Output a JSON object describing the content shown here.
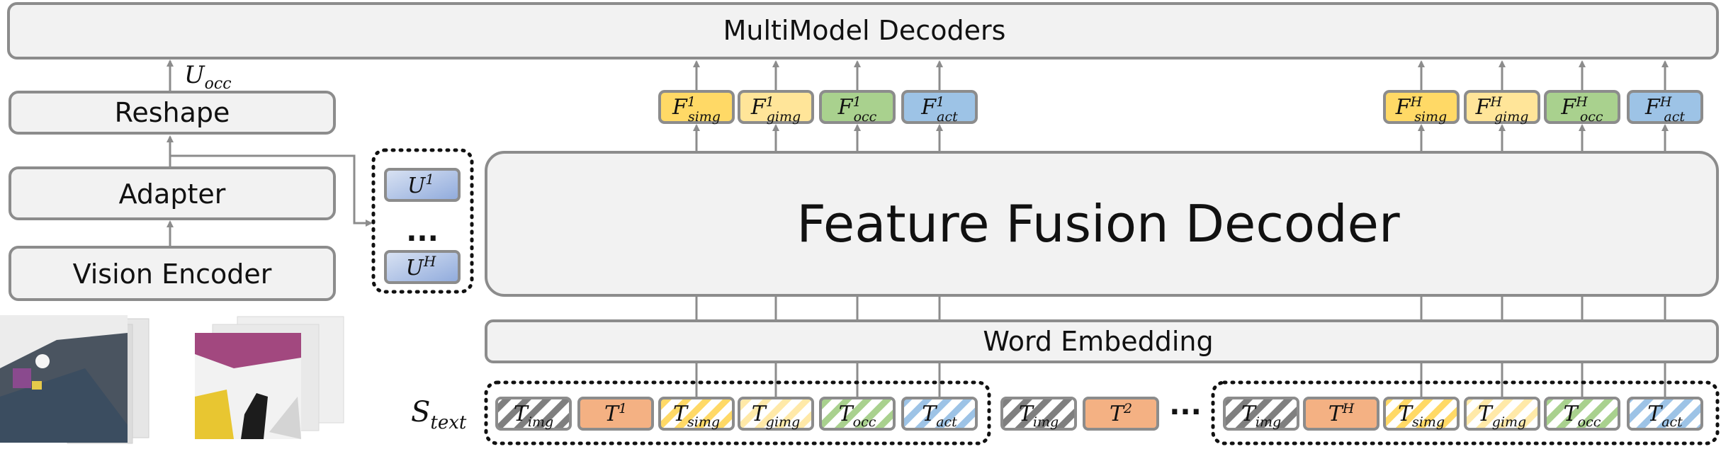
{
  "labels": {
    "multimodel_decoders": "MultiModel Decoders",
    "reshape": "Reshape",
    "adapter": "Adapter",
    "vision_encoder": "Vision Encoder",
    "feature_fusion_decoder": "Feature Fusion Decoder",
    "word_embedding": "Word Embedding",
    "u_occ": {
      "base": "U",
      "sub": "occ"
    },
    "s_text": {
      "base": "S",
      "sub": "text"
    },
    "u_ellipsis": "...",
    "token_ellipsis": "···"
  },
  "u_tokens": [
    {
      "base": "U",
      "sup": "1"
    },
    {
      "base": "U",
      "sup": "H"
    }
  ],
  "features_step1": [
    {
      "base": "F",
      "sup": "1",
      "sub": "simg",
      "color": "#ffd966"
    },
    {
      "base": "F",
      "sup": "1",
      "sub": "gimg",
      "color": "#ffe599"
    },
    {
      "base": "F",
      "sup": "1",
      "sub": "occ",
      "color": "#a9d18e"
    },
    {
      "base": "F",
      "sup": "1",
      "sub": "act",
      "color": "#9dc3e6"
    }
  ],
  "features_stepH": [
    {
      "base": "F",
      "sup": "H",
      "sub": "simg",
      "color": "#ffd966"
    },
    {
      "base": "F",
      "sup": "H",
      "sub": "gimg",
      "color": "#ffe599"
    },
    {
      "base": "F",
      "sup": "H",
      "sub": "occ",
      "color": "#a9d18e"
    },
    {
      "base": "F",
      "sup": "H",
      "sub": "act",
      "color": "#9dc3e6"
    }
  ],
  "tokens_group1": [
    {
      "base": "T",
      "sub": "img",
      "style": "hatch-gray"
    },
    {
      "base": "T",
      "sup": "1",
      "style": "orange"
    },
    {
      "base": "T",
      "sub": "simg",
      "style": "hatch-yellow"
    },
    {
      "base": "T",
      "sub": "gimg",
      "style": "hatch-lightyellow"
    },
    {
      "base": "T",
      "sub": "occ",
      "style": "hatch-green"
    },
    {
      "base": "T",
      "sub": "act",
      "style": "hatch-blue"
    }
  ],
  "tokens_group2": [
    {
      "base": "T",
      "sub": "img",
      "style": "hatch-gray"
    },
    {
      "base": "T",
      "sup": "2",
      "style": "orange"
    }
  ],
  "tokens_group3": [
    {
      "base": "T",
      "sub": "img",
      "style": "hatch-gray"
    },
    {
      "base": "T",
      "sup": "H",
      "style": "orange"
    },
    {
      "base": "T",
      "sub": "simg",
      "style": "hatch-yellow"
    },
    {
      "base": "T",
      "sub": "gimg",
      "style": "hatch-lightyellow"
    },
    {
      "base": "T",
      "sub": "occ",
      "style": "hatch-green"
    },
    {
      "base": "T",
      "sub": "act",
      "style": "hatch-blue"
    }
  ],
  "colors": {
    "box_fill": "#f2f2f2",
    "box_stroke": "#8c8c8c",
    "orange": "#f4b183",
    "u_gradient_start": "#dae3f3",
    "u_gradient_end": "#8faadc"
  }
}
